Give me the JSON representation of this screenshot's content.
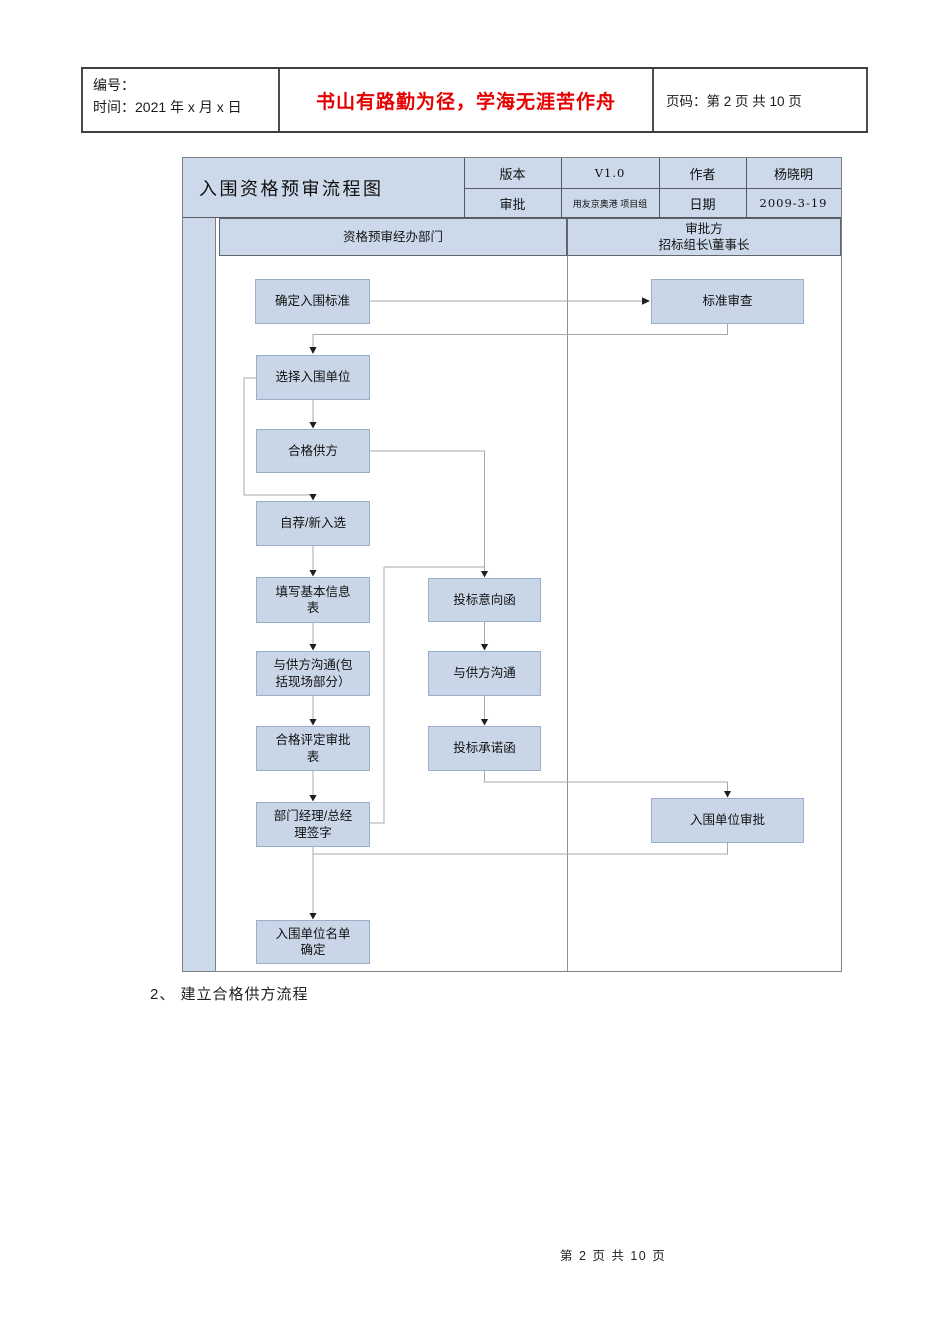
{
  "page_header": {
    "number_line": "编号：",
    "time_line": "时间：2021 年 x 月 x 日",
    "motto": "书山有路勤为径，学海无涯苦作舟",
    "page_info": "页码：第 2 页  共 10 页"
  },
  "flowchart": {
    "title": "入围资格预审流程图",
    "meta": {
      "version_label": "版本",
      "version_value": "V1.0",
      "author_label": "作者",
      "author_value": "杨晓明",
      "approve_label": "审批",
      "approve_value": "用友京奥港 项目组",
      "date_label": "日期",
      "date_value": "2009-3-19"
    },
    "lanes": {
      "lane1": "资格预审经办部门",
      "lane2": "审批方\n招标组长\\董事长"
    },
    "nodes": {
      "confirm_criteria": {
        "label": "确定入围标准"
      },
      "criteria_review": {
        "label": "标准审查"
      },
      "select_units": {
        "label": "选择入围单位"
      },
      "qualified_supplier": {
        "label": "合格供方"
      },
      "self_new": {
        "label": "自荐/新入选"
      },
      "fill_info": {
        "label": "填写基本信息\n表"
      },
      "comm_site": {
        "label": "与供方沟通(包\n括现场部分）"
      },
      "qualify_form": {
        "label": "合格评定审批\n表"
      },
      "manager_sign": {
        "label": "部门经理/总经\n理签字"
      },
      "final_list": {
        "label": "入围单位名单\n确定"
      },
      "bid_intent": {
        "label": "投标意向函"
      },
      "comm_supplier": {
        "label": "与供方沟通"
      },
      "bid_promise": {
        "label": "投标承诺函"
      },
      "unit_approve": {
        "label": "入围单位审批"
      }
    }
  },
  "body_section": {
    "item": "2、 建立合格供方流程"
  },
  "footer": {
    "page_info": "第 2 页 共 10 页"
  },
  "colors": {
    "cell_fill": "#ccd9ea",
    "node_fill": "#c9d6e8",
    "node_border": "#9bafcb",
    "connector_line": "#a8a8a8",
    "motto_red": "#e60000"
  }
}
